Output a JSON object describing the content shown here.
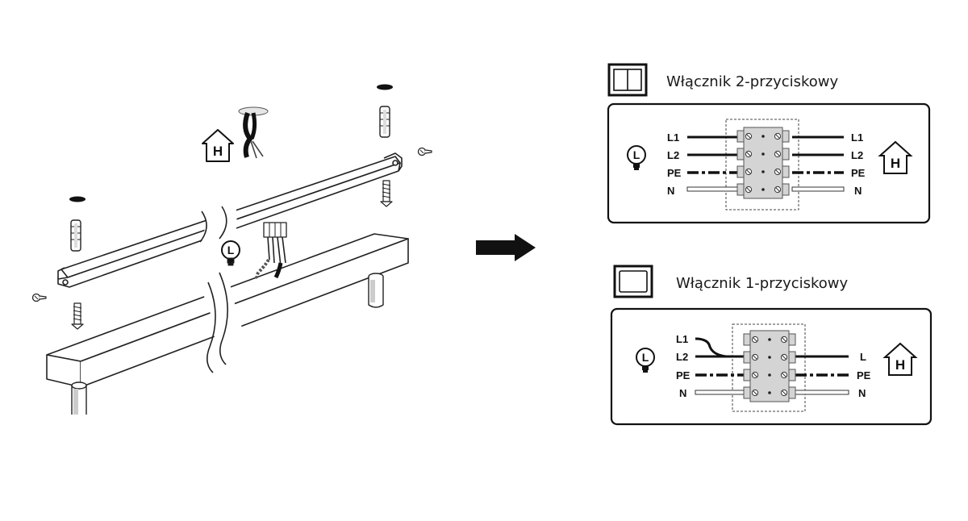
{
  "house_letter": "H",
  "lamp_letter": "L",
  "switch_two": {
    "title": "Włącznik 2-przyciskowy",
    "left_labels": [
      "L1",
      "L2",
      "PE",
      "N"
    ],
    "right_labels": [
      "L1",
      "L2",
      "PE",
      "N"
    ]
  },
  "switch_one": {
    "title": "Włącznik 1-przyciskowy",
    "left_labels": [
      "L1",
      "L2",
      "PE",
      "N"
    ],
    "right_labels": [
      "L",
      "PE",
      "N"
    ]
  }
}
